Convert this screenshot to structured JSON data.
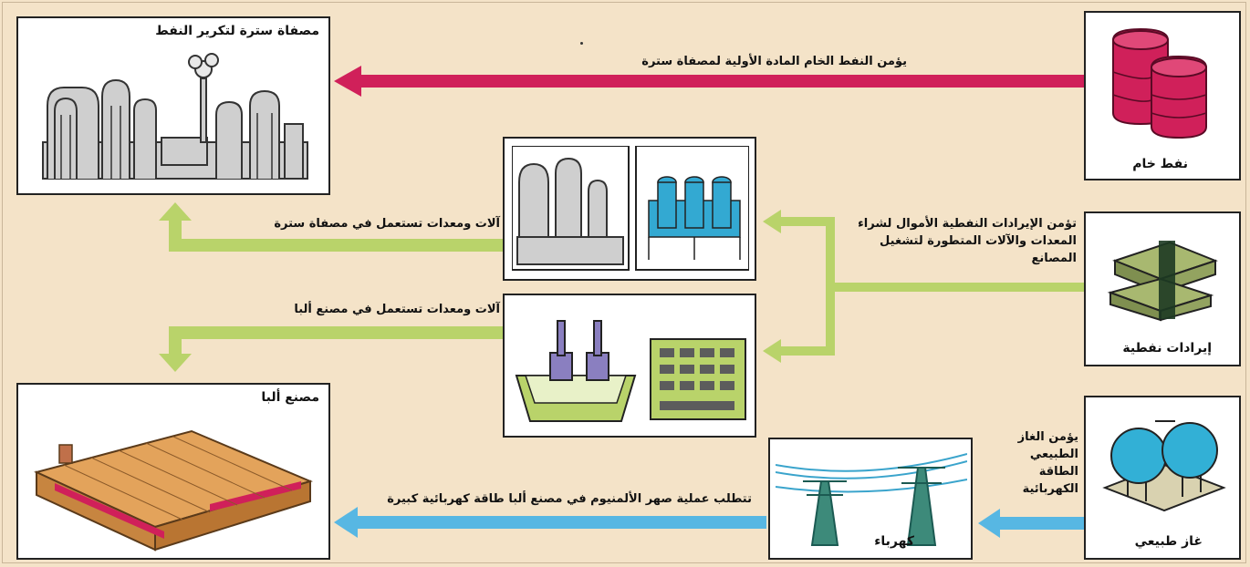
{
  "nodes": {
    "refinery": {
      "label": "مصفاة سترة لتكرير النفط",
      "icon": "refinery-icon"
    },
    "crude_oil": {
      "label": "نفط خام",
      "icon": "oil-barrels-icon"
    },
    "oil_revenue": {
      "label": "إيرادات نفطية",
      "icon": "money-stacks-icon"
    },
    "natural_gas": {
      "label": "غاز طبيعي",
      "icon": "gas-tanks-icon"
    },
    "electricity": {
      "label": "كهرباء",
      "icon": "power-pylons-icon"
    },
    "alba_factory": {
      "label": "مصنع ألبا",
      "icon": "factory-icon"
    },
    "equipment_refinery": {
      "icon": "refinery-equipment-icon"
    },
    "equipment_alba": {
      "icon": "smelter-equipment-icon"
    }
  },
  "flows": {
    "oil_to_refinery": "يؤمن النفط الخام المادة الأولية لمصفاة سترة",
    "equipment_to_refinery": "آلات ومعدات تستعمل في مصفاة سترة",
    "equipment_to_alba": "آلات ومعدات تستعمل في مصنع ألبا",
    "revenue_to_equipment": "تؤمن الإيرادات النفطية الأموال لشراء المعدات والآلات المتطورة لتشغيل المصانع",
    "gas_to_electricity": "يؤمن الغاز الطبيعي الطاقة الكهربائية",
    "electricity_to_alba": "تتطلب عملية صهر الألمنيوم في مصنع ألبا طاقة كهربائية كبيرة"
  },
  "colors": {
    "background": "#f4e3c8",
    "oil_flow": "#d0205a",
    "revenue_flow": "#b9d36a",
    "electricity_flow": "#57b7e3"
  }
}
